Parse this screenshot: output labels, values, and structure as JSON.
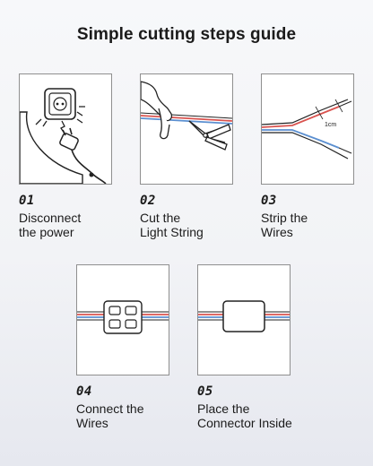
{
  "title": "Simple cutting steps guide",
  "steps": [
    {
      "num": "01",
      "line1": "Disconnect",
      "line2": "the power",
      "icon": "unplug-icon"
    },
    {
      "num": "02",
      "line1": "Cut the",
      "line2": "Light String",
      "icon": "scissors-cut-icon"
    },
    {
      "num": "03",
      "line1": "Strip the",
      "line2": "Wires",
      "icon": "wire-strip-icon",
      "measure": "1cm"
    },
    {
      "num": "04",
      "line1": "Connect the",
      "line2": "Wires",
      "icon": "wire-connector-icon"
    },
    {
      "num": "05",
      "line1": "Place the",
      "line2": "Connector Inside",
      "icon": "connector-box-icon"
    }
  ],
  "colors": {
    "wire_red": "#d9534f",
    "wire_blue": "#5b8fd0",
    "line": "#222222"
  }
}
